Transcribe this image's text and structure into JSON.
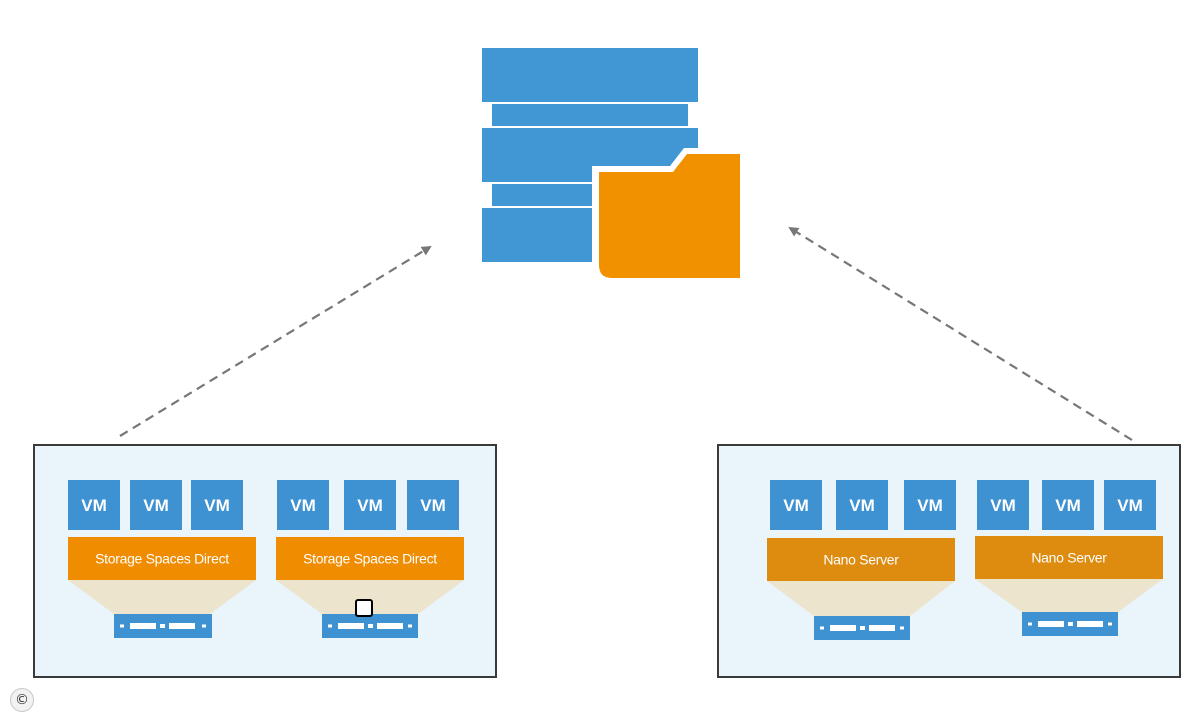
{
  "storage_icon": {
    "name": "storage-share-icon",
    "colors": {
      "stack": "#4196d4",
      "folder": "#f19100"
    }
  },
  "clusters": [
    {
      "frame_color": "#e9f4fb",
      "nodes": [
        {
          "vms": [
            "VM",
            "VM",
            "VM"
          ],
          "bar_label": "Storage Spaces Direct",
          "bar_color": "#f08c00"
        },
        {
          "vms": [
            "VM",
            "VM",
            "VM"
          ],
          "bar_label": "Storage Spaces Direct",
          "bar_color": "#f08c00"
        }
      ]
    },
    {
      "frame_color": "#e9f4fb",
      "nodes": [
        {
          "vms": [
            "VM",
            "VM",
            "VM"
          ],
          "bar_label": "Nano Server",
          "bar_color": "#dd8c10"
        },
        {
          "vms": [
            "VM",
            "VM",
            "VM"
          ],
          "bar_label": "Nano Server",
          "bar_color": "#dd8c10"
        }
      ]
    }
  ],
  "colors": {
    "vm": "#3f92d2",
    "server": "#3f92d2",
    "arrow": "#777777",
    "funnel": "#ece4cc"
  },
  "copyright_symbol": "©"
}
